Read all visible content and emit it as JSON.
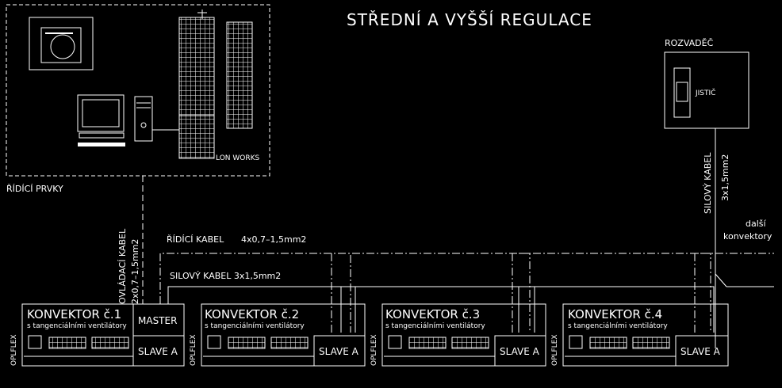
{
  "diagram": {
    "title": "STŘEDNÍ A VYŠŠÍ REGULACE",
    "control_area_label": "ŘÍDÍCÍ PRVKY",
    "lon_works_label": "LON WORKS",
    "distribution_board_label": "ROZVADĚČ",
    "breaker_label": "JISTIČ",
    "power_cable_vertical": "SILOVÝ KABEL",
    "power_cable_vertical_spec": "3x1,5mm2",
    "other_convectors_1": "další",
    "other_convectors_2": "konvektory",
    "control_cable_label": "ŘÍDÍCÍ KABEL",
    "control_cable_spec": "4x0,7–1,5mm2",
    "power_cable_label": "SILOVÝ KABEL 3x1,5mm2",
    "operating_cable_label": "OVLÁDACÍ KABEL",
    "operating_cable_spec": "2x0,7–1,5mm2",
    "master_label": "MASTER",
    "convectors": [
      {
        "name": "KONVEKTOR č.1",
        "subtitle": "s tangenciálními ventilátory",
        "pipe_label": "OPLFLEX",
        "module": "SLAVE A"
      },
      {
        "name": "KONVEKTOR č.2",
        "subtitle": "s tangenciálními ventilátory",
        "pipe_label": "OPLFLEX",
        "module": "SLAVE A"
      },
      {
        "name": "KONVEKTOR č.3",
        "subtitle": "s tangenciálními ventilátory",
        "pipe_label": "OPLFLEX",
        "module": "SLAVE A"
      },
      {
        "name": "KONVEKTOR č.4",
        "subtitle": "s tangenciálními ventilátory",
        "pipe_label": "OPLFLEX",
        "module": "SLAVE A"
      }
    ]
  }
}
